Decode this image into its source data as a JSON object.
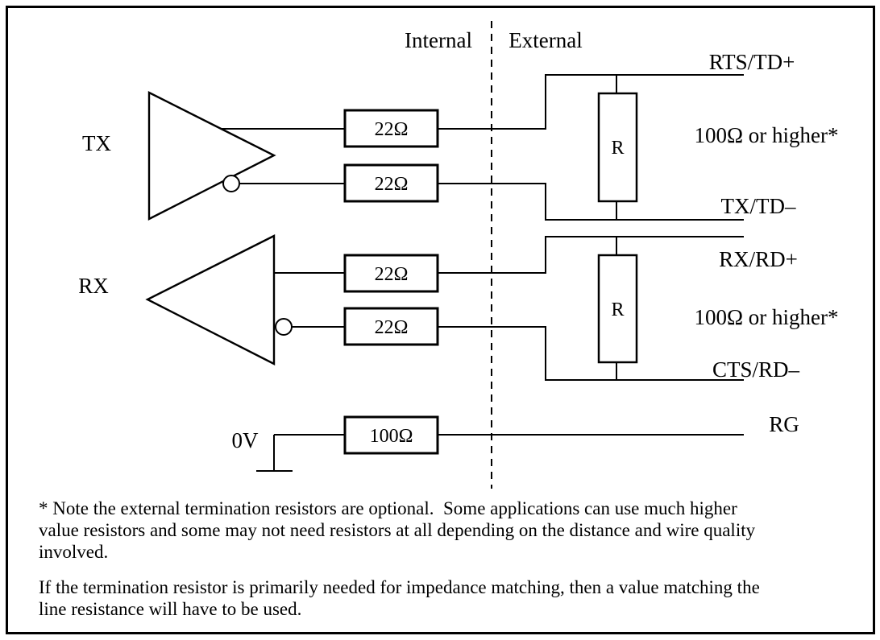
{
  "header": {
    "internal": "Internal",
    "external": "External"
  },
  "tx": {
    "driver": "TX",
    "series_resistor_top": "22Ω",
    "series_resistor_bottom": "22Ω",
    "termination": "R",
    "termination_value": "100Ω or higher*",
    "line_plus": "RTS/TD+",
    "line_minus": "TX/TD–"
  },
  "rx": {
    "driver": "RX",
    "series_resistor_top": "22Ω",
    "series_resistor_bottom": "22Ω",
    "termination": "R",
    "termination_value": "100Ω or higher*",
    "line_plus": "RX/RD+",
    "line_minus": "CTS/RD–"
  },
  "ground": {
    "label": "0V",
    "resistor": "100Ω",
    "line": "RG"
  },
  "notes": {
    "para1": "* Note the external termination resistors are optional.  Some applications can use much higher\nvalue resistors and some may not need resistors at all depending on the distance and wire quality\ninvolved.",
    "para2": "If the termination resistor is primarily needed for impedance matching, then a value matching the\nline resistance will have to be used."
  },
  "colors": {
    "ink": "#000000",
    "background": "#ffffff"
  }
}
